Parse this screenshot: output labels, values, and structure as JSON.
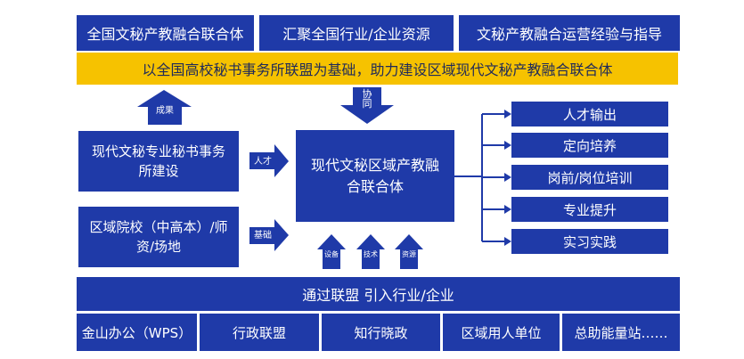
{
  "top_boxes": [
    "全国文秘产教融合联合体",
    "汇聚全国行业/企业资源",
    "文秘产教融合运营经验与指导"
  ],
  "foundation_text": "以全国高校秘书事务所联盟为基础，助力建设区域现代文秘产教融合联合体",
  "up_arrow_label": "成果",
  "down_arrow_label": "协同",
  "left_boxes": [
    "现代文秘专业秘书事务所建设",
    "区域院校（中高本）/师资/场地"
  ],
  "left_arrow_labels": [
    "人才",
    "基础"
  ],
  "center_box": "现代文秘区域产教融合联合体",
  "bottom_arrow_labels": [
    "设备",
    "技术",
    "资源"
  ],
  "right_boxes": [
    "人才输出",
    "定向培养",
    "岗前/岗位培训",
    "专业提升",
    "实习实践"
  ],
  "band_text": "通过联盟 引入行业/企业",
  "bottom_boxes": [
    "金山办公（WPS）",
    "行政联盟",
    "知行晓政",
    "区域用人单位",
    "总助能量站……"
  ],
  "colors": {
    "primary": "#1f3aa8",
    "accent": "#f6c200",
    "text_on_accent": "#1f2a5a"
  }
}
